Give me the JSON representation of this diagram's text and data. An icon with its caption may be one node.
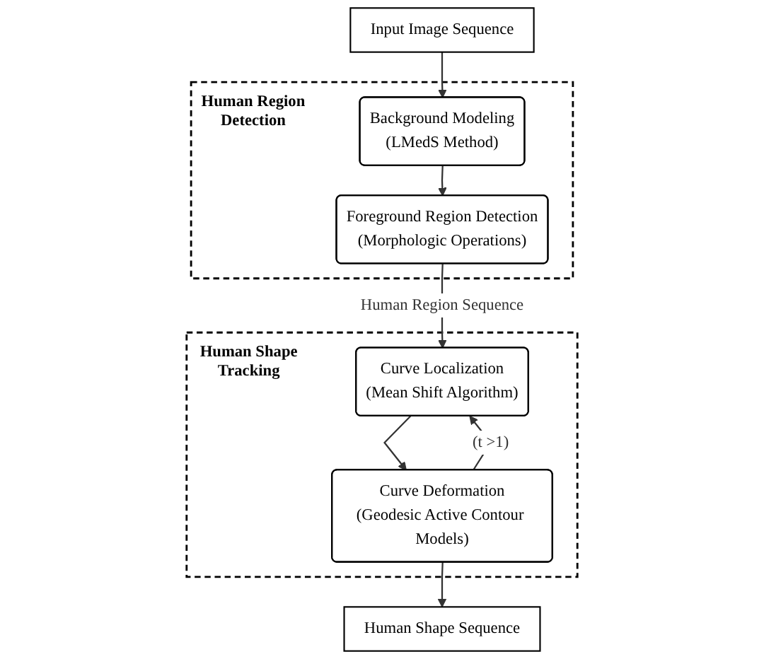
{
  "diagram": {
    "nodes": [
      {
        "text": [
          "Input Image Sequence"
        ]
      },
      {
        "text": [
          "Human Region Detection"
        ]
      },
      {
        "text": [
          "Background Modeling",
          "(LMedS Method)"
        ],
        "in": 1
      },
      {
        "text": [
          "Foreground Region Detection",
          "(Morphologic Operations)"
        ],
        "in": 1
      },
      {
        "text": [
          "Human Shape Tracking"
        ]
      },
      {
        "text": [
          "Curve Localization",
          "(Mean Shift Algorithm)"
        ],
        "in": 4
      },
      {
        "text": [
          "Curve Deformation",
          "(Geodesic Active Contour Models)"
        ],
        "in": 4
      },
      {
        "text": [
          "Human Shape Sequence"
        ]
      }
    ],
    "edges": [
      {
        "from": 0,
        "to": 2,
        "arrow": "to"
      },
      {
        "from": 2,
        "to": 3,
        "arrow": "to"
      },
      {
        "from": 3,
        "to": 5,
        "arrow": "to",
        "label": "Human Region Sequence"
      },
      {
        "from": 5,
        "to": 6,
        "arrow": "to"
      },
      {
        "from": 6,
        "to": 7,
        "arrow": "to"
      },
      {
        "from": 6,
        "to": 5,
        "arrow": "to",
        "label": "(t >1)"
      }
    ]
  }
}
